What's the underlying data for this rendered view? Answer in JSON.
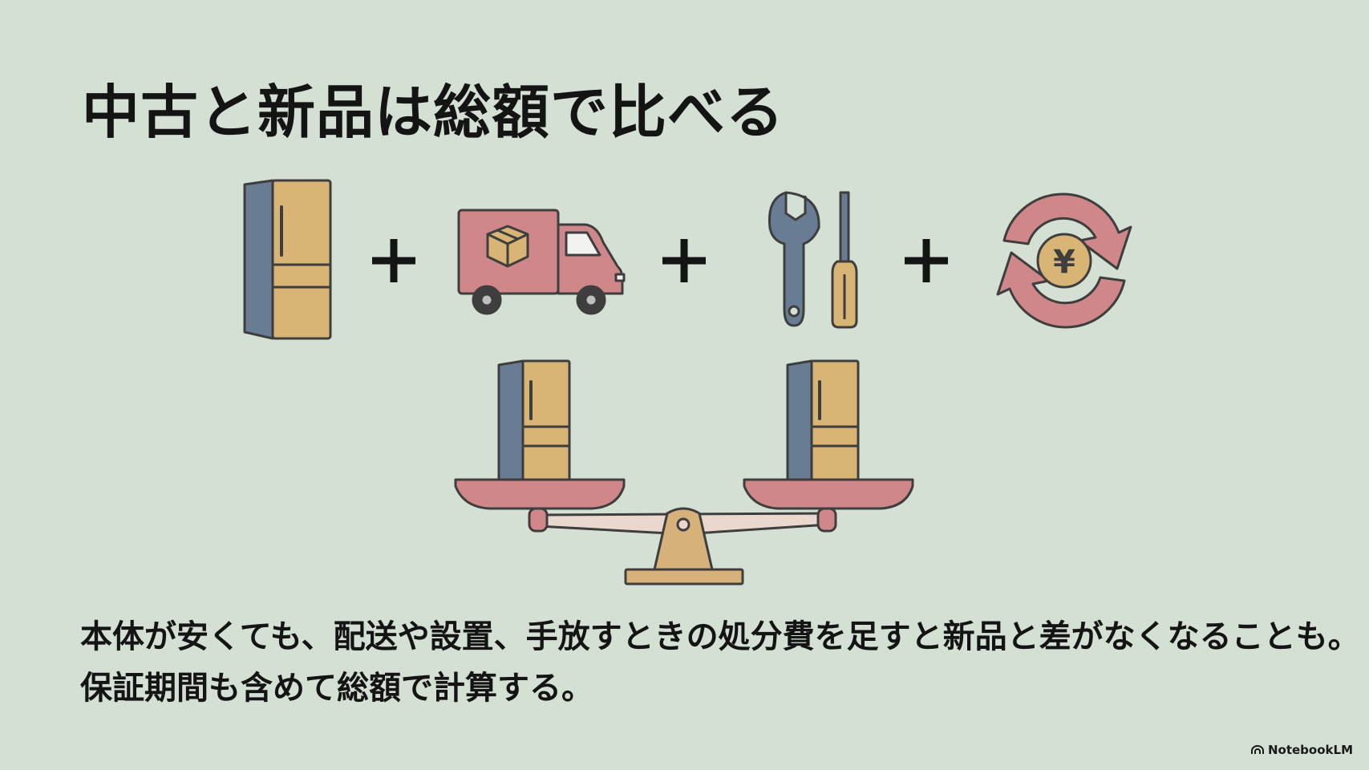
{
  "slide": {
    "title": "中古と新品は総額で比べる",
    "body_lines": [
      "本体が安くても、配送や設置、手放すときの処分費を足すと新品と差がなくなることも。",
      "保証期間も含めて総額で計算する。"
    ],
    "brand": "NotebookLM",
    "currency_symbol": "¥"
  },
  "icons": {
    "equation": [
      "refrigerator-icon",
      "plus-icon",
      "delivery-truck-icon",
      "plus-icon",
      "wrench-screwdriver-icon",
      "plus-icon",
      "yen-recycle-icon"
    ],
    "scale": "balance-scale-icon"
  },
  "colors": {
    "background": "#d4e0d4",
    "fridge_front": "#d8b475",
    "fridge_side": "#687d93",
    "truck": "#cf8789",
    "tool": "#687d93",
    "scale_pan": "#cf8789",
    "scale_base": "#d6b27a",
    "outline": "#3e3e3e"
  }
}
